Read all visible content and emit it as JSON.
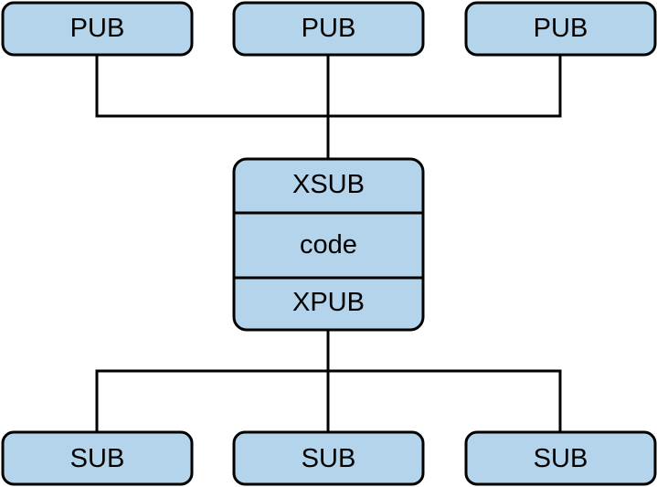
{
  "publishers": [
    {
      "label": "PUB"
    },
    {
      "label": "PUB"
    },
    {
      "label": "PUB"
    }
  ],
  "broker": {
    "top_label": "XSUB",
    "middle_label": "code",
    "bottom_label": "XPUB"
  },
  "subscribers": [
    {
      "label": "SUB"
    },
    {
      "label": "SUB"
    },
    {
      "label": "SUB"
    }
  ],
  "colors": {
    "node_fill": "#b3d4ea",
    "stroke": "#000000",
    "background": "#ffffff"
  }
}
